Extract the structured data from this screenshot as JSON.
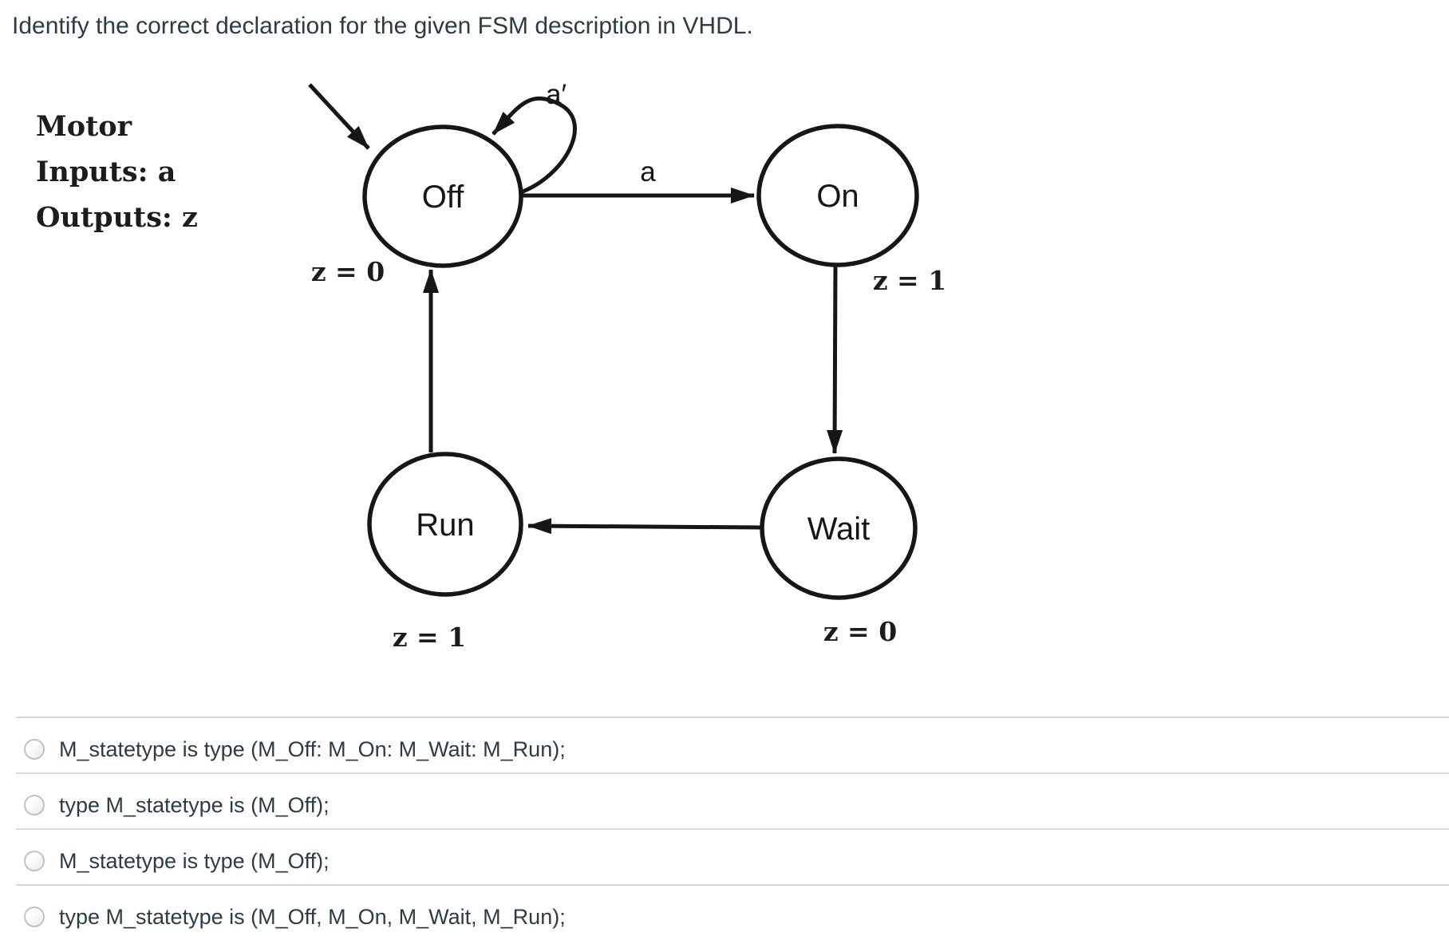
{
  "question": {
    "title": "Identify the correct declaration for the given FSM description in VHDL."
  },
  "description": {
    "lines": [
      "Motor",
      "Inputs: a",
      "Outputs: z"
    ]
  },
  "diagram": {
    "states": [
      {
        "label": "Off",
        "output": "z = 0"
      },
      {
        "label": "On",
        "output": "z = 1"
      },
      {
        "label": "Run",
        "output": "z = 1"
      },
      {
        "label": "Wait",
        "output": "z = 0"
      }
    ],
    "edges": {
      "off_self_loop": "a′",
      "off_to_on": "a"
    }
  },
  "options": [
    {
      "label": "M_statetype is type (M_Off: M_On: M_Wait: M_Run);"
    },
    {
      "label": "type M_statetype is (M_Off);"
    },
    {
      "label": "M_statetype is type (M_Off);"
    },
    {
      "label": "type M_statetype is (M_Off, M_On, M_Wait, M_Run);"
    }
  ],
  "colors": {
    "question_text": "#2d3b45",
    "diagram_ink": "#161616",
    "divider": "#d9d9d9",
    "radio_border": "#c2c2c2",
    "background": "#ffffff"
  }
}
